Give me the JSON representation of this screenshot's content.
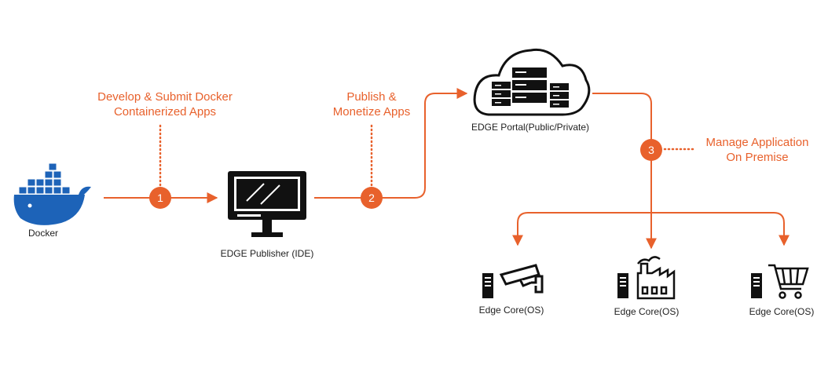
{
  "nodes": {
    "docker": {
      "label": "Docker"
    },
    "publisher": {
      "label": "EDGE Publisher (IDE)"
    },
    "portal": {
      "label": "EDGE Portal(Public/Private)"
    },
    "edge_core_1": {
      "label": "Edge Core(OS)"
    },
    "edge_core_2": {
      "label": "Edge Core(OS)"
    },
    "edge_core_3": {
      "label": "Edge Core(OS)"
    }
  },
  "steps": [
    {
      "number": "1",
      "caption_line1": "Develop & Submit Docker",
      "caption_line2": "Containerized Apps"
    },
    {
      "number": "2",
      "caption_line1": "Publish &",
      "caption_line2": "Monetize Apps"
    },
    {
      "number": "3",
      "caption_line1": "Manage Application",
      "caption_line2": "On Premise"
    }
  ],
  "colors": {
    "accent": "#e8612c",
    "icon": "#111111",
    "docker_blue": "#1d63b8",
    "text": "#222222"
  },
  "icons": {
    "docker": "docker-whale-icon",
    "publisher": "monitor-icon",
    "portal": "cloud-server-icon",
    "edge_1": "security-camera-icon",
    "edge_2": "factory-icon",
    "edge_3": "shopping-cart-icon",
    "edge_device": "server-tower-icon"
  }
}
